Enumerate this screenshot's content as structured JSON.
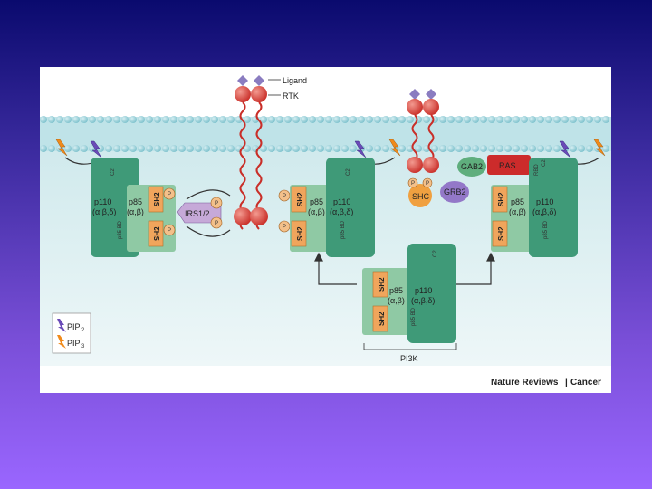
{
  "figure": {
    "labels": {
      "ligand": "Ligand",
      "rtk": "RTK",
      "gab2": "GAB2",
      "ras": "RAS",
      "shc": "SHC",
      "grb2": "GRB2",
      "irs": "IRS1/2",
      "p": "P",
      "p110": "p110",
      "p110_isoforms": "(α,β,δ)",
      "p85": "p85",
      "p85_isoforms": "(α,β)",
      "sh2": "SH2",
      "p85bd": "p85 BD",
      "c2": "C2",
      "rbd": "RBD",
      "pi3k": "PI3K",
      "legend_pip2": "PIP",
      "legend_pip2_sub": "2",
      "legend_pip3": "PIP",
      "legend_pip3_sub": "3"
    },
    "credit": {
      "journal": "Nature Reviews",
      "separator": "|",
      "section": "Cancer"
    },
    "colors": {
      "membrane": "#8ecfd8",
      "cytoplasm": "#e3f2f4",
      "p110_green": "#3f9a78",
      "p85_green": "#8fc9a4",
      "sh2_orange": "#f0a55c",
      "receptor_red": "#d9403a",
      "ligand_purple": "#8a7cc0",
      "irs_purple": "#c6a9d8",
      "gab2_green": "#5fae7d",
      "ras_red": "#cc2b2b",
      "grb2_purple": "#9378c8",
      "shc_orange": "#f0a040",
      "pip2_bolt": "#6a4bb8",
      "pip3_bolt": "#f08a1a",
      "credit_accent": "#1a8fc0"
    }
  }
}
